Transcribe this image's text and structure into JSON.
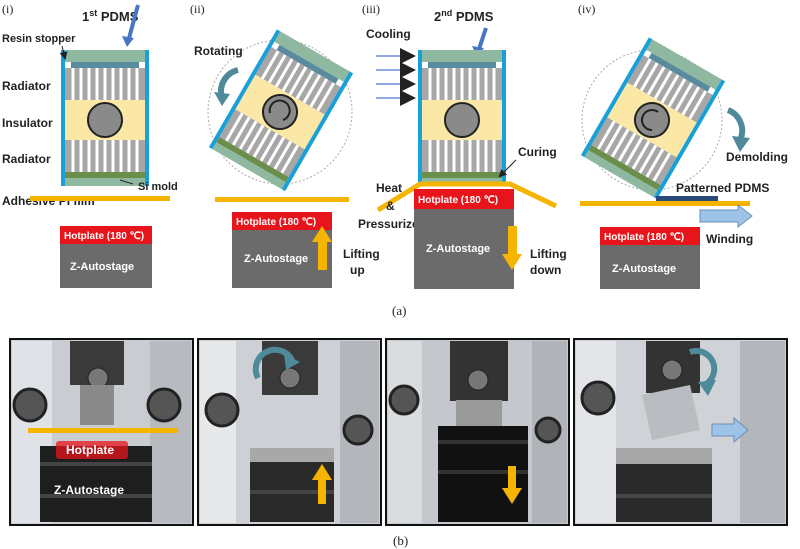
{
  "panel_a": {
    "caption": "(a)",
    "steps": [
      {
        "roman": "(i)",
        "title": "1st PDMS",
        "labels": {
          "resin_stopper": "Resin stopper",
          "radiator_top": "Radiator",
          "insulator": "Insulator",
          "radiator_bottom": "Radiator",
          "si_mold": "Si mold",
          "film": "Adhesive PI film"
        },
        "hotplate": "Hotplate (180 ℃)",
        "stage": "Z-Autostage"
      },
      {
        "roman": "(ii)",
        "labels": {
          "rotating": "Rotating",
          "lifting_up": "Lifting\nup"
        },
        "hotplate": "Hotplate (180 ℃)",
        "stage": "Z-Autostage"
      },
      {
        "roman": "(iii)",
        "title": "2nd PDMS",
        "labels": {
          "cooling": "Cooling",
          "curing": "Curing",
          "heat": "Heat",
          "amp": "&",
          "pressurize": "Pressurize",
          "lifting_down": "Lifting\ndown"
        },
        "hotplate": "Hotplate (180 ℃)",
        "stage": "Z-Autostage"
      },
      {
        "roman": "(iv)",
        "labels": {
          "demolding": "Demolding",
          "patterned_pdms": "Patterned PDMS",
          "winding": "Winding"
        },
        "hotplate": "Hotplate (180 ℃)",
        "stage": "Z-Autostage"
      }
    ]
  },
  "panel_b": {
    "caption": "(b)",
    "photo1": {
      "hotplate": "Hotplate",
      "stage": "Z-Autostage"
    }
  },
  "colors": {
    "hotplate": "#e8141b",
    "stage": "#6b6b6b",
    "film": "#f4b400",
    "insulator": "#fbe7a6",
    "radiator": "#9b9b9b",
    "pdms": "#5a8a9e",
    "arrow_blue": "#4a74c4",
    "arrow_orange": "#f4b400",
    "curved_arrow": "#4e8a9a"
  }
}
